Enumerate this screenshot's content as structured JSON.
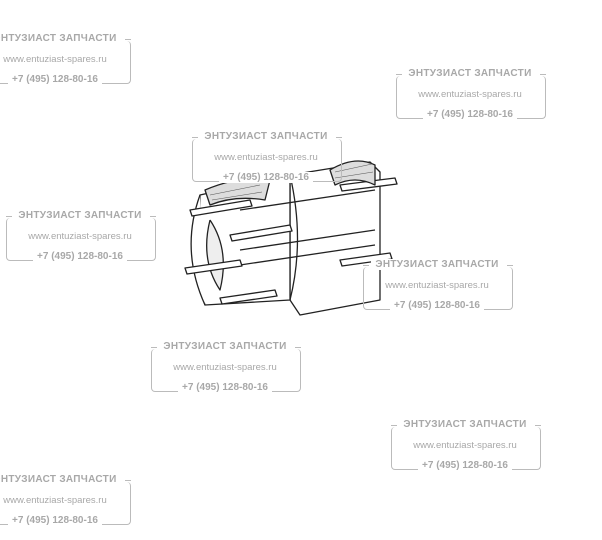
{
  "watermark": {
    "title": "ЭНТУЗИАСТ ЗАПЧАСТИ",
    "url": "www.entuziast-spares.ru",
    "phone": "+7 (495) 128-80-16"
  },
  "diagram": {
    "subject": "stator-illustration"
  }
}
